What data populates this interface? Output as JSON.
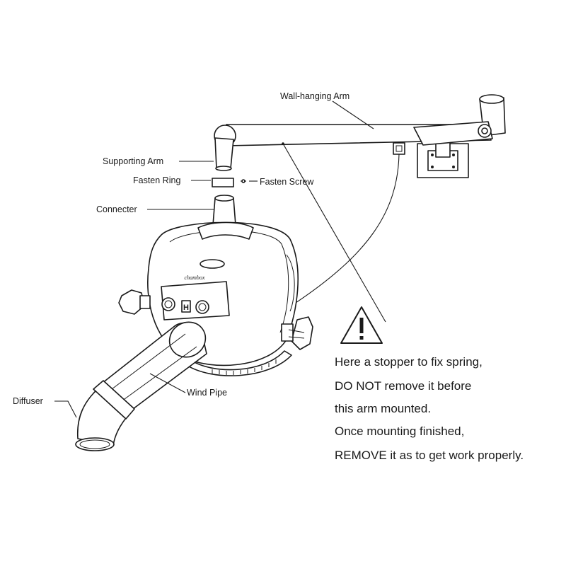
{
  "labels": {
    "wall_hanging_arm": "Wall-hanging Arm",
    "supporting_arm": "Supporting Arm",
    "fasten_ring": "Fasten Ring",
    "fasten_screw": "Fasten Screw",
    "connecter": "Connecter",
    "wind_pipe": "Wind Pipe",
    "diffuser": "Diffuser"
  },
  "brand_logo": "chambox",
  "control_panel_indicator": "H",
  "warning": {
    "icon": "warning-triangle-icon",
    "lines": [
      "Here a stopper to fix spring,",
      "DO NOT remove it before",
      "this arm mounted.",
      "Once mounting finished,",
      "REMOVE it as to get work properly."
    ]
  }
}
